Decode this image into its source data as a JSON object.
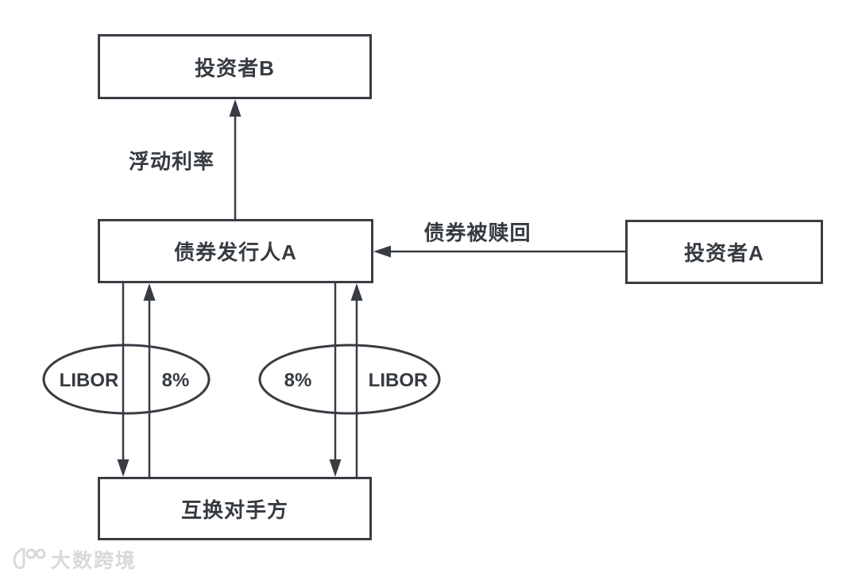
{
  "diagram": {
    "nodes": {
      "investor_b": {
        "label": "投资者B"
      },
      "bond_issuer_a": {
        "label": "债券发行人A"
      },
      "investor_a": {
        "label": "投资者A"
      },
      "swap_counterparty": {
        "label": "互换对手方"
      }
    },
    "edges": {
      "floating_rate": {
        "label": "浮动利率",
        "from": "债券发行人A",
        "to": "投资者B",
        "direction": "up"
      },
      "bond_redeemed": {
        "label": "债券被赎回",
        "from": "投资者A",
        "to": "债券发行人A",
        "direction": "left"
      },
      "swap_leg_left_down": {
        "from": "债券发行人A",
        "to": "互换对手方",
        "direction": "down"
      },
      "swap_leg_left_up": {
        "from": "互换对手方",
        "to": "债券发行人A",
        "direction": "up"
      },
      "swap_leg_right_down": {
        "from": "债券发行人A",
        "to": "互换对手方",
        "direction": "down"
      },
      "swap_leg_right_up": {
        "from": "互换对手方",
        "to": "债券发行人A",
        "direction": "up"
      }
    },
    "swap_ovals": {
      "left": {
        "left_label": "LIBOR",
        "right_label": "8%"
      },
      "right": {
        "left_label": "8%",
        "right_label": "LIBOR"
      }
    },
    "colors": {
      "stroke": "#383d43",
      "text": "#363b41",
      "background": "#ffffff",
      "watermark": "#d9d9d9"
    }
  },
  "watermark": {
    "text": "大数跨境",
    "logo": "ten-to-hundred-logo"
  }
}
